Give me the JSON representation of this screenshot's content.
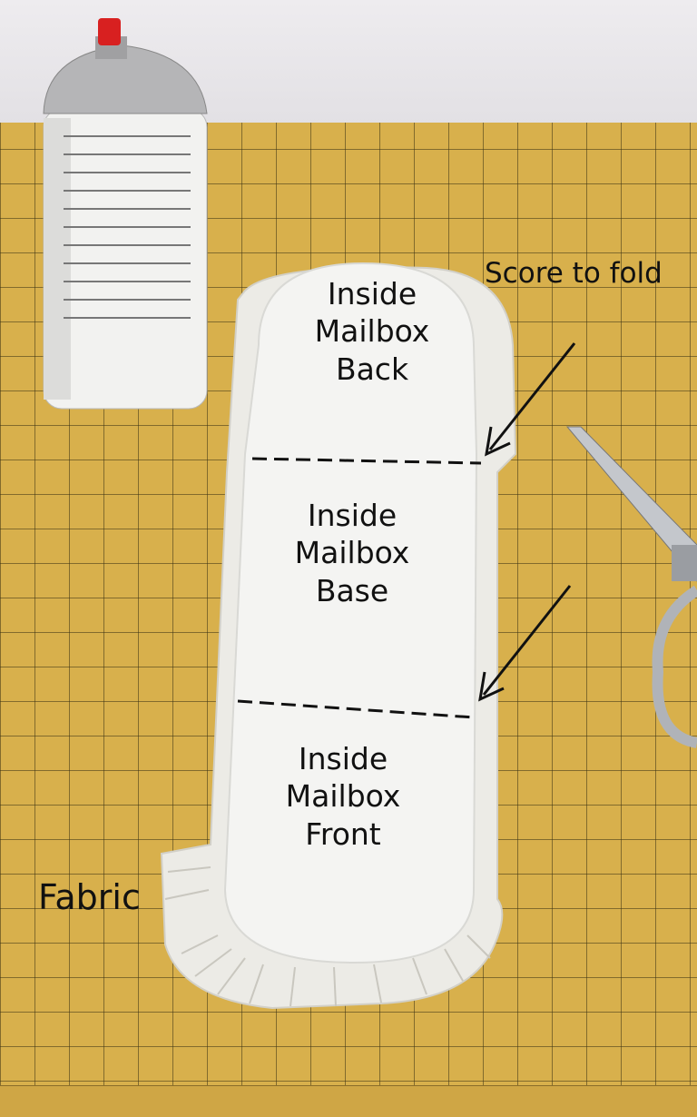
{
  "annotations": {
    "score_to_fold": "Score to fold",
    "fabric": "Fabric",
    "sections": [
      {
        "line1": "Inside",
        "line2": "Mailbox",
        "line3": "Back"
      },
      {
        "line1": "Inside",
        "line2": "Mailbox",
        "line3": "Base"
      },
      {
        "line1": "Inside",
        "line2": "Mailbox",
        "line3": "Front"
      }
    ]
  },
  "colors": {
    "mat": "#d8b04c",
    "board": "#f4f4f2",
    "fabric": "#ecebe6"
  }
}
